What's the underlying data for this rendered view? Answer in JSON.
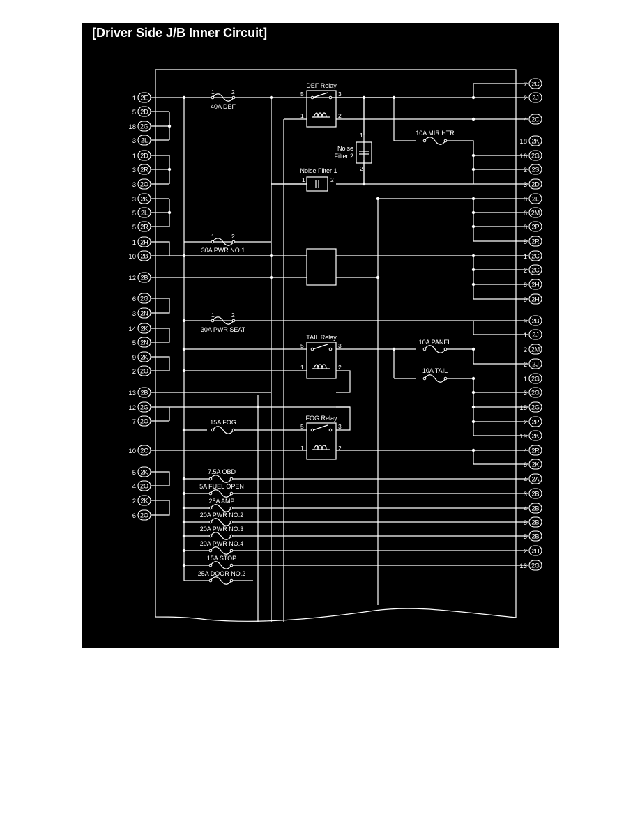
{
  "title": "[Driver Side J/B Inner Circuit]",
  "colors": {
    "background": "#000000",
    "line": "#ffffff",
    "page": "#ffffff"
  },
  "left_connectors": [
    {
      "pin": "1",
      "conn": "2E"
    },
    {
      "pin": "5",
      "conn": "2D"
    },
    {
      "pin": "18",
      "conn": "2G"
    },
    {
      "pin": "3",
      "conn": "2L"
    },
    {
      "pin": "1",
      "conn": "2D"
    },
    {
      "pin": "3",
      "conn": "2R"
    },
    {
      "pin": "3",
      "conn": "2O"
    },
    {
      "pin": "3",
      "conn": "2K"
    },
    {
      "pin": "5",
      "conn": "2L"
    },
    {
      "pin": "5",
      "conn": "2R"
    },
    {
      "pin": "1",
      "conn": "2H"
    },
    {
      "pin": "10",
      "conn": "2B"
    },
    {
      "pin": "12",
      "conn": "2B"
    },
    {
      "pin": "6",
      "conn": "2G"
    },
    {
      "pin": "3",
      "conn": "2N"
    },
    {
      "pin": "14",
      "conn": "2K"
    },
    {
      "pin": "5",
      "conn": "2N"
    },
    {
      "pin": "9",
      "conn": "2K"
    },
    {
      "pin": "2",
      "conn": "2O"
    },
    {
      "pin": "13",
      "conn": "2B"
    },
    {
      "pin": "12",
      "conn": "2G"
    },
    {
      "pin": "7",
      "conn": "2O"
    },
    {
      "pin": "10",
      "conn": "2C"
    },
    {
      "pin": "5",
      "conn": "2K"
    },
    {
      "pin": "4",
      "conn": "2O"
    },
    {
      "pin": "2",
      "conn": "2K"
    },
    {
      "pin": "6",
      "conn": "2O"
    }
  ],
  "right_connectors": [
    {
      "pin": "7",
      "conn": "2C"
    },
    {
      "pin": "2",
      "conn": "2J"
    },
    {
      "pin": "4",
      "conn": "2C"
    },
    {
      "pin": "18",
      "conn": "2K"
    },
    {
      "pin": "16",
      "conn": "2G"
    },
    {
      "pin": "2",
      "conn": "2S"
    },
    {
      "pin": "3",
      "conn": "2D"
    },
    {
      "pin": "8",
      "conn": "2L"
    },
    {
      "pin": "6",
      "conn": "2M"
    },
    {
      "pin": "8",
      "conn": "2P"
    },
    {
      "pin": "8",
      "conn": "2R"
    },
    {
      "pin": "1",
      "conn": "2C"
    },
    {
      "pin": "2",
      "conn": "2C"
    },
    {
      "pin": "8",
      "conn": "2H"
    },
    {
      "pin": "9",
      "conn": "2H"
    },
    {
      "pin": "9",
      "conn": "2B"
    },
    {
      "pin": "1",
      "conn": "2J"
    },
    {
      "pin": "2",
      "conn": "2M"
    },
    {
      "pin": "2",
      "conn": "2J"
    },
    {
      "pin": "1",
      "conn": "2G"
    },
    {
      "pin": "3",
      "conn": "2G"
    },
    {
      "pin": "15",
      "conn": "2G"
    },
    {
      "pin": "2",
      "conn": "2P"
    },
    {
      "pin": "19",
      "conn": "2K"
    },
    {
      "pin": "4",
      "conn": "2R"
    },
    {
      "pin": "6",
      "conn": "2K"
    },
    {
      "pin": "4",
      "conn": "2A"
    },
    {
      "pin": "3",
      "conn": "2B"
    },
    {
      "pin": "4",
      "conn": "2B"
    },
    {
      "pin": "8",
      "conn": "2B"
    },
    {
      "pin": "5",
      "conn": "2B"
    },
    {
      "pin": "2",
      "conn": "2H"
    },
    {
      "pin": "13",
      "conn": "2G"
    }
  ],
  "fuses": [
    {
      "label": "40A DEF",
      "pin_a": "1",
      "pin_b": "2"
    },
    {
      "label": "30A PWR NO.1",
      "pin_a": "1",
      "pin_b": "2"
    },
    {
      "label": "30A PWR SEAT",
      "pin_a": "1",
      "pin_b": "2"
    },
    {
      "label": "15A FOG"
    },
    {
      "label": "10A MIR HTR"
    },
    {
      "label": "10A PANEL"
    },
    {
      "label": "10A TAIL"
    },
    {
      "label": "7.5A OBD"
    },
    {
      "label": "5A FUEL OPEN"
    },
    {
      "label": "25A AMP"
    },
    {
      "label": "20A PWR NO.2"
    },
    {
      "label": "20A PWR NO.3"
    },
    {
      "label": "20A PWR NO.4"
    },
    {
      "label": "15A STOP"
    },
    {
      "label": "25A DOOR NO.2"
    }
  ],
  "relays": [
    {
      "label": "DEF Relay",
      "pins": [
        "5",
        "3",
        "1",
        "2"
      ]
    },
    {
      "label": "TAIL Relay",
      "pins": [
        "5",
        "3",
        "1",
        "2"
      ]
    },
    {
      "label": "FOG Relay",
      "pins": [
        "5",
        "3",
        "1",
        "2"
      ]
    }
  ],
  "noise_filters": [
    {
      "label_line1": "Noise",
      "label_line2": "Filter 2",
      "pin_a": "1",
      "pin_b": "2"
    },
    {
      "label": "Noise Filter 1",
      "pin_a": "1",
      "pin_b": "2"
    }
  ]
}
